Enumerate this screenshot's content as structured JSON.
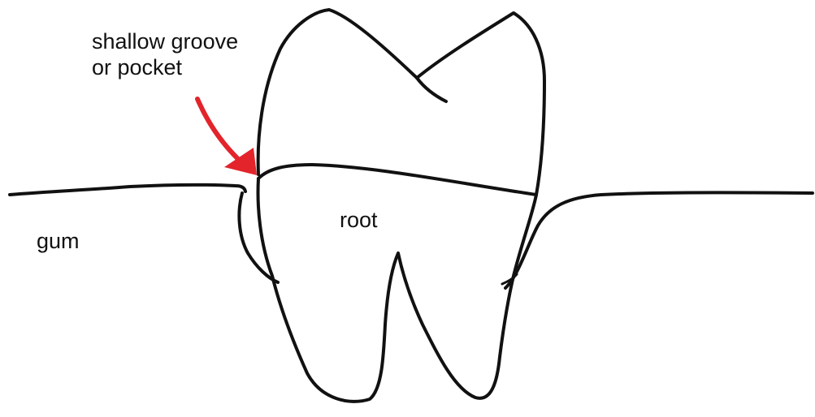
{
  "labels": {
    "groove_line1": "shallow groove",
    "groove_line2": "or pocket",
    "gum": "gum",
    "root": "root"
  },
  "colors": {
    "arrow": "#e3242b",
    "ink": "#111111",
    "background": "#ffffff"
  }
}
